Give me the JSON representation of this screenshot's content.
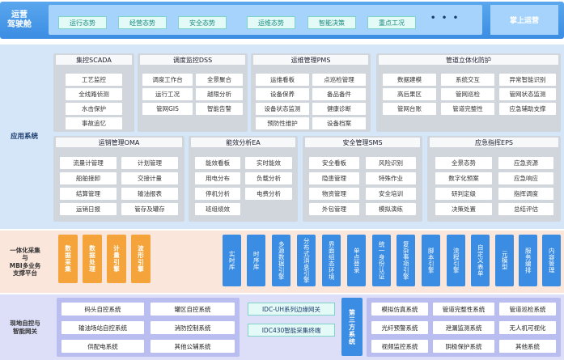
{
  "cockpit": {
    "label": "运营\n驾驶舱",
    "items": [
      "运行态势",
      "经营态势",
      "安全态势",
      "运维态势",
      "智能决策",
      "重点工况"
    ],
    "ellipsis": "• • •",
    "mobile": "掌上运营"
  },
  "apps": {
    "label": "应用系统",
    "systems": [
      {
        "title": "集控SCADA",
        "items": [
          "工艺监控",
          "全线路侦测",
          "水击保护",
          "事故追忆"
        ]
      },
      {
        "title": "调度监控DSS",
        "items": [
          "调度工作台",
          "全景聚合",
          "运行工况",
          "越限分析",
          "管网GIS",
          "智能告警"
        ]
      },
      {
        "title": "运维管理PMS",
        "items": [
          "运维看板",
          "点巡检管理",
          "设备保养",
          "备品备件",
          "设备状态监测",
          "健康诊断",
          "预防性维护",
          "设备档案"
        ]
      },
      {
        "title": "管道立体化防护",
        "items": [
          "数据建模",
          "系统交互",
          "异常智能识别",
          "高后果区",
          "管网巡检",
          "管网状态监测",
          "管网台账",
          "管道完整性",
          "应急辅助支撑"
        ]
      },
      {
        "title": "运销管理OMA",
        "items": [
          "流量计管理",
          "计划管理",
          "船舶接卸",
          "交接计量",
          "结算管理",
          "输油报表",
          "运销日报",
          "管存及罐存"
        ]
      },
      {
        "title": "能效分析EA",
        "items": [
          "能效看板",
          "实时能效",
          "用电分布",
          "负载分析",
          "停机分析",
          "电费分析",
          "班组绩效"
        ]
      },
      {
        "title": "安全管理SMS",
        "items": [
          "安全看板",
          "风险识别",
          "隐患管理",
          "特殊作业",
          "物资管理",
          "安全培训",
          "外包管理",
          "模拟演练"
        ]
      },
      {
        "title": "应急指挥EPS",
        "items": [
          "全景态势",
          "应急资源",
          "数字化预案",
          "应急响应",
          "研判定级",
          "指挥调度",
          "决策处置",
          "总结评估"
        ]
      }
    ]
  },
  "platform": {
    "label": "一体化采集\n与\nMBI多业务\n支撑平台",
    "engines": [
      "数据采集",
      "数据处理",
      "计量引擎",
      "波形引擎"
    ],
    "modules": [
      "实时库",
      "时序库",
      "多源数据引擎",
      "分布式消息引擎",
      "界面组态环境",
      "单点登录",
      "统一身份认证",
      "复杂事项引擎",
      "脚本引擎",
      "流程引擎",
      "自定义表单",
      "元模型",
      "服务编排",
      "内容管理"
    ]
  },
  "field": {
    "label": "现地自控与\n智能网关",
    "left": [
      "码头自控系统",
      "罐区自控系统",
      "输油场站自控系统",
      "消防控制系统",
      "供配电系统",
      "其他公辅系统"
    ],
    "gateways": [
      "IDC-UH系列边缘网关",
      "IDC430智能采集终端"
    ],
    "third_party": "第三方系统",
    "right": [
      "模拟仿真系统",
      "管道完整性系统",
      "管道巡检系统",
      "光纤预警系统",
      "泄漏监测系统",
      "无人机可视化",
      "视频监控系统",
      "阴极保护系统",
      "其他系统"
    ]
  }
}
